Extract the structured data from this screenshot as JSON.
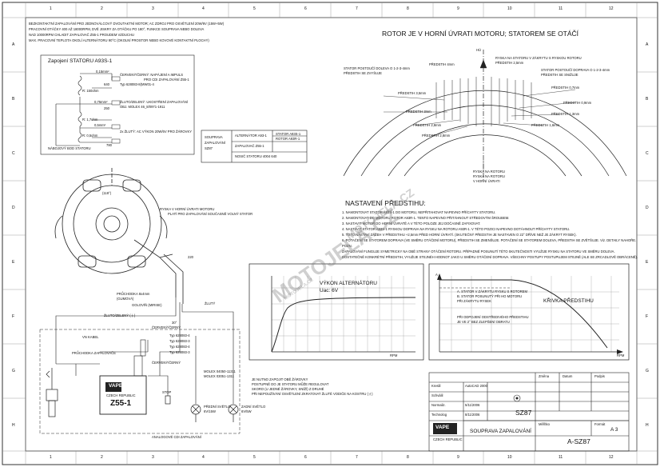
{
  "border_numbers": [
    "1",
    "2",
    "3",
    "4",
    "5",
    "6",
    "7",
    "8",
    "9",
    "10",
    "11",
    "12"
  ],
  "border_letters": [
    "A",
    "B",
    "C",
    "D",
    "E",
    "F",
    "G",
    "H"
  ],
  "notes": {
    "line1": "BEZKONTAKTNÍ ZAPALOVÁNÍ PRO JEDNOVÁLCOVÝ DVOUTAKTNÍ MOTOR; AC ZDROJ PRO OSVĚTLENÍ 20W/6V (15W+5W)",
    "line2": "PRACOVNÍ OTÁČKY 400 AŽ 18000RPM, DVĚ JISKRY ZA OTÁČKU PO 180°, FUNKCE SOUPRAVA NEBO DOLEVA",
    "line3": "NAD 10000RPM CHLADIT ZAPALOVAČ Z55-1 PROUDEM VZDUCHU",
    "line4": "MAX. PRACOVNÍ TEPLOTA OKOLÍ ALTERNÁTORU 90°C (OKOLNÍ PROSTOR NEBO KOVOVÉ KONTAKTNÍ PLOCHY)"
  },
  "stator_box": {
    "title": "Zapojení STATORU A93S-1",
    "label_red": "ČERVENÝ/ČERNÝ: NAPÁJENÍ A IMPULS",
    "label_red2": "PRO CDI ZAPALOVÁNÍ Z55-1",
    "label_red3": "Typ 628083-8(MW01-4",
    "label_yellow": "ŽLUTO/ZELENÝ: UKOSTŘENÍ ZAPALOVÁNÍ",
    "label_yellow2": "OBJ. MOLEX 46_8/0971-1911",
    "label_ac": "2x ŽLUTÝ: AC VÝKON 20W/6V PRO ŽÁROVKY",
    "ground": "NÁBOJOVÝ BOD STATORU",
    "r1": "R: 150ohm",
    "r2": "R: 1,7ohm",
    "r3": "R: 0,5ohm",
    "w1": "0,15mm²",
    "w2": "0,75mm²",
    "w3": "0,5mm²",
    "n640": "640",
    "n250": "250",
    "n780": "780"
  },
  "parts_table": {
    "c1": "SOUPRAVA ZAPALOVÁNÍ SZ87",
    "c2": "ALTERNÁTOR A93-1",
    "c3": "STATOR A93S-1",
    "c4": "ROTOR A93R-1",
    "c5": "ZAPALOVAČ Z55-1",
    "c6": "NOSIČ STATORU 4004 640"
  },
  "rotor": {
    "title": "ROTOR JE V HORNÍ ÚVRATI MOTORU; STATOREM SE OTÁČÍ",
    "hu": "HÚ",
    "mark_rotor": "RYSKA NA STATORU V ZÁKRYTU S RYSKOU ROTORU",
    "pred_25": "PŘEDSTIH 2,5mm",
    "stator_left": "STATOR POSTOUČÍ DOLEVA O 1-2-3-4mm",
    "stator_left2": "PŘEDSTIH SE ZVYŠUJE",
    "stator_right": "STATOR POSTOUČÍ DOPRAVA O 1-2-3-4mm",
    "stator_right2": "PŘEDSTIH SE SNIŽUJE",
    "pred_4": "PŘEDSTIH 4mm",
    "pred_35": "PŘEDSTIH 3,5mm",
    "pred_3": "PŘEDSTIH 3mm",
    "pred_07": "PŘEDSTIH 0,7mm",
    "pred_09": "PŘEDSTIH 0,9mm",
    "pred_13": "PŘEDSTIH 1,3mm",
    "pred_16": "PŘEDSTIH 1,6mm",
    "pred_28": "PŘEDSTIH 2,8mm",
    "mark_bottom": "RYSKA NA ROTORU",
    "mark_bottom2": "RYSKA NA ROTORU",
    "mark_bottom3": "V HORNÍ ÚVRATI"
  },
  "settings": {
    "title": "NASTAVENÍ PŘEDSTIHU:",
    "s1": "1. NAMONTOVAT STATOR A93S-1 DO MOTORU, NEPŘITAHOVAT NAPEVNO PŘÍCHYTY STATORU.",
    "s2": "2. NAMONTOVAT DO MOTORU ROTOR A93R-1. TENTO NAPEVNO PŘITÁHNOUT STŘEDOVÝM ŠROUBEM.",
    "s3": "3. NASTAVIT MOTOR DO HORNÍ ÚVRATĚ A V TÉTO POLOZE JEJ DOČASNĚ ZAFIXOVAT.",
    "s4": "4. NASTAVIT STATOR A93S-1 RYSKOU DOPRAVA NA RYSKU NA ROTORU A93R-1. V TÉTO POZICI NAPEVNO DOTÁHNOUT PŘÍCHYTY STATORU.",
    "s5": "5. TOTO NASTAVÍ ZÁŽEH V PŘEDSTIHU +2,5mm PŘED HORNÍ ÚVRATÍ. (SKUTEČNÝ PŘEDSTIH JE NASTAVEN O 22° DŘÍVE NEŽ JE ZÁKRYT RYSEK).",
    "s6": "6. POTAČENÍ SE STATOREM DOPRAVA (VE SMĚRU OTÁČENÍ MOTORU), PŘEDSTIH SE ZMENŠUJE. POTAČENÍ SE STATOREM DOLEVA, PŘEDSTIH SE ZVĚTŠUJE. Viz. DETAILY NAHOŘE.",
    "s7": "POZN.",
    "s8": "ZAPALOVÁNÍ FUNGUJE SYMETRICKY NA OBĚ STRANY OTÁČENÍ ROTORU. PŘÍPADNÉ POSUNUTÍ TÉTO SKUTEČNOSTI VYUŽIJE RYSKU NA STATORU VE SMĚRU DOLEVA.",
    "s9": "DOSTATEČNĚ KONKRÉTNÍ PŘEDSTIH, VYUŽIJE STEJNÉH HODNOT JAKO U SMĚRU OTÁČENÍ DOPRAVA. VŠECHNY POSTUPY POSTUPUJEM STEJNĚ (ALE SE ZRCADLOVĚ OBRÁCENĚ)."
  },
  "assembly": {
    "mark_top": "RYSKA V HORNÍ ÚVRATI MOTORU",
    "mark_top2": "PLATÍ PRO ZAPALOVÁNÍ SOUČASNĚ VOLNÝ STATOR",
    "angle": "(118°)",
    "prechodka": "PRŮCHODKA 8x4mm",
    "prechodka2": "(GUMOVÁ)",
    "grommet": "GOLOVÍŇ (MIRISE)",
    "zluty": "ŽLUTÝ",
    "zluto_zeleny": "ŽLUTO/ZELENÝ (⏚)",
    "zk_kabel": "VN KABEL",
    "prechodka_zap": "PRŮCHODKA ZAPALOVAČE",
    "cerveny": "ČERVENÝ/ČERNÝ",
    "cerveny2": "ČERVENÝ/ČERNÝ",
    "typ1": "Typ 628083-4",
    "typ2": "Typ 628083-3",
    "typ3": "Typ 628083-4",
    "typ4": "Typ 628083-3",
    "lock": "MOLEX 04050-11311",
    "lock2": "MOLEX 03051-1311",
    "z55": "Z55-1",
    "vape": "VAPE",
    "czech": "CZECH REPUBLIC",
    "stop": "STOP",
    "predni": "PŘEDNÍ SVĚTLO",
    "predni2": "6V/15W",
    "zadni": "ZADNÍ SVĚTLO",
    "zadni2": "6V/5W",
    "je_nutno": "JE NUTNO ZAPOJIT OBĚ ŽÁROVKY",
    "je_nutno2": "POSTUPNĚ DO JE STATORU MŮŽE REGULOVAT",
    "je_nutno3": "SKORO (U JEDNÉ ŽÁROVKY, SNÍŽÍ) Z DRUHÉ",
    "je_nutno4": "PŘI NEPOUŽÍVÁNÍ OSVĚTLENÍ ZKRATOVAT ŽLUTÉ VODIČE NA KOSTRU (⏚)",
    "bottom_label": "ANALOGOVÉ CDI ZAPALOVÁNÍ",
    "s30": "30°",
    "n220": "220"
  },
  "chart1": {
    "title": "VÝKON ALTERNÁTORU",
    "sub": "Uac: 6V",
    "xlabel": "RPM"
  },
  "chart2": {
    "title": "KŘIVKA PŘEDSTIHU",
    "top_note": "A. STATOR V ZÁKRYTU RYSKU S ROTOREM",
    "top_note2": "B. STATOR POSUNUTÝ PŘI HO MOTORU",
    "top_note3": "PŘI ZÁKRYTU RYSEK",
    "low_note": "PŘI ODPOJENÍ ODSTŘEDIVÉHO PŘEDSTIHU",
    "low_note2": "JE VE 2° BEZ ZLEPŠENÍ OBRATU",
    "xlabel": "RPM",
    "ylabel": "A"
  },
  "title_block": {
    "measure": "Měřítko",
    "format": "Formát",
    "format_val": "A 3",
    "name": "SOUPRAVA ZAPALOVÁNÍ",
    "number": "A-SZ87",
    "drawing_no": "SZ87",
    "software": "AutoCAD 2000",
    "date": "8/11/2006",
    "company": "VAPE",
    "country": "CZECH REPUBLIC",
    "col_a": "Změna",
    "col_b": "Datum",
    "col_c": "Podpis",
    "r1": "Kreslil",
    "r2": "Schválil",
    "r3": "Normaliz.",
    "r4": "Technolog",
    "date2": "5/11/2006"
  },
  "watermark": {
    "text": "MOTOJELA.CZ",
    "text2": "MOTOJELA.CZ",
    "sub": "MOTOJELA.CZ"
  }
}
